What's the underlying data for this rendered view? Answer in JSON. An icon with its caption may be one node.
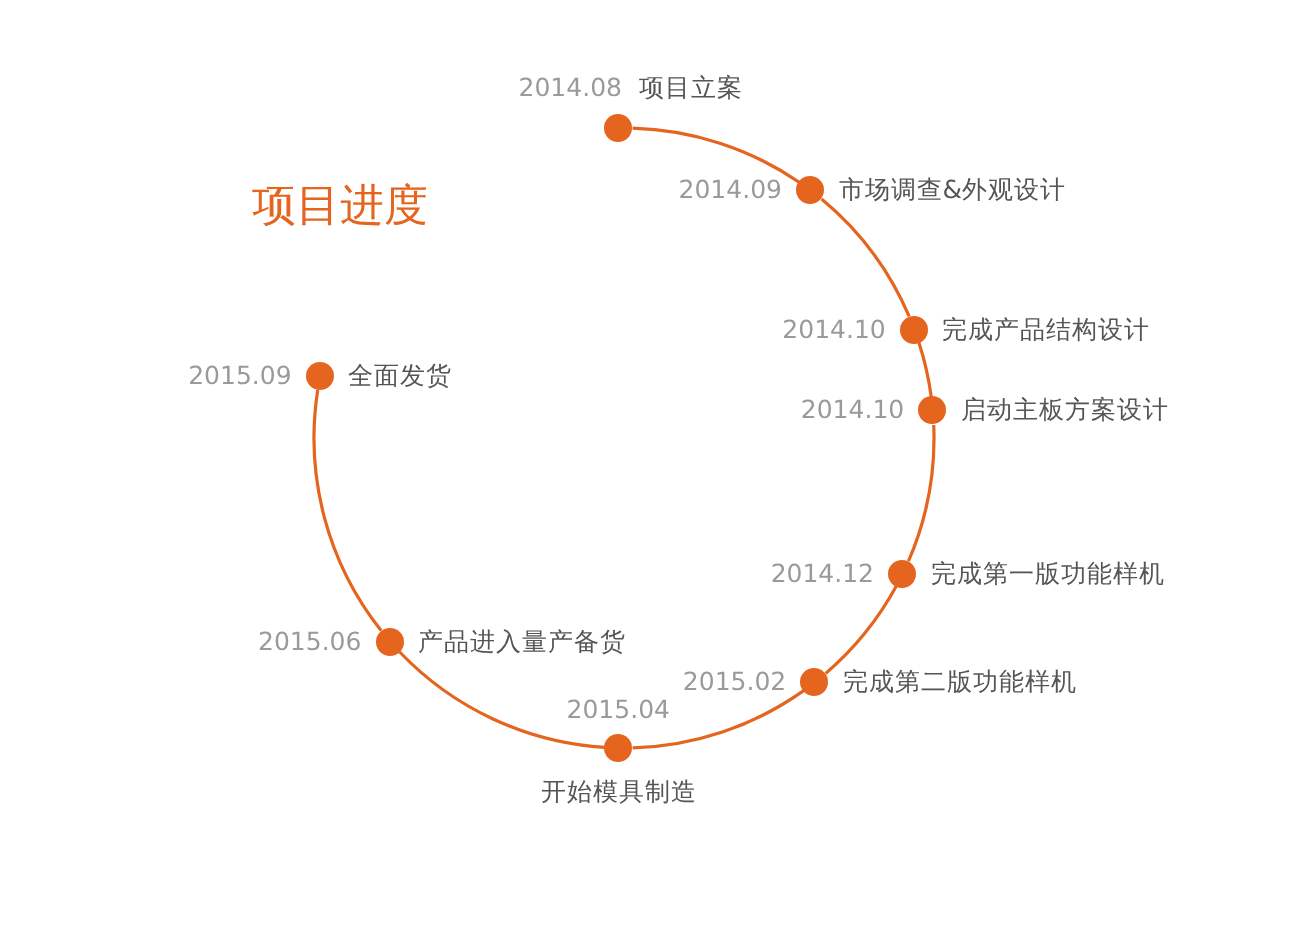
{
  "diagram": {
    "title": "项目进度",
    "nodes": [
      {
        "text": [],
        "shape": "circle",
        "beside": [
          "2014.08",
          "项目立案"
        ]
      },
      {
        "text": [],
        "shape": "circle",
        "beside": [
          "2014.09",
          "市场调查&外观设计"
        ]
      },
      {
        "text": [],
        "shape": "circle",
        "beside": [
          "2014.10",
          "完成产品结构设计"
        ]
      },
      {
        "text": [],
        "shape": "circle",
        "beside": [
          "2014.10",
          "启动主板方案设计"
        ]
      },
      {
        "text": [],
        "shape": "circle",
        "beside": [
          "2014.12",
          "完成第一版功能样机"
        ]
      },
      {
        "text": [],
        "shape": "circle",
        "beside": [
          "2015.02",
          "完成第二版功能样机"
        ]
      },
      {
        "text": [],
        "shape": "circle",
        "beside": [
          "2015.04",
          "开始模具制造"
        ]
      },
      {
        "text": [],
        "shape": "circle",
        "beside": [
          "2015.06",
          "产品进入量产备货"
        ]
      },
      {
        "text": [],
        "shape": "circle",
        "beside": [
          "2015.09",
          "全面发货"
        ]
      }
    ],
    "edges": [
      {
        "from": 0,
        "to": 1,
        "arrow": "none"
      },
      {
        "from": 1,
        "to": 2,
        "arrow": "none"
      },
      {
        "from": 2,
        "to": 3,
        "arrow": "none"
      },
      {
        "from": 3,
        "to": 4,
        "arrow": "none"
      },
      {
        "from": 4,
        "to": 5,
        "arrow": "none"
      },
      {
        "from": 5,
        "to": 6,
        "arrow": "none"
      },
      {
        "from": 6,
        "to": 7,
        "arrow": "none"
      },
      {
        "from": 7,
        "to": 8,
        "arrow": "none"
      }
    ]
  }
}
